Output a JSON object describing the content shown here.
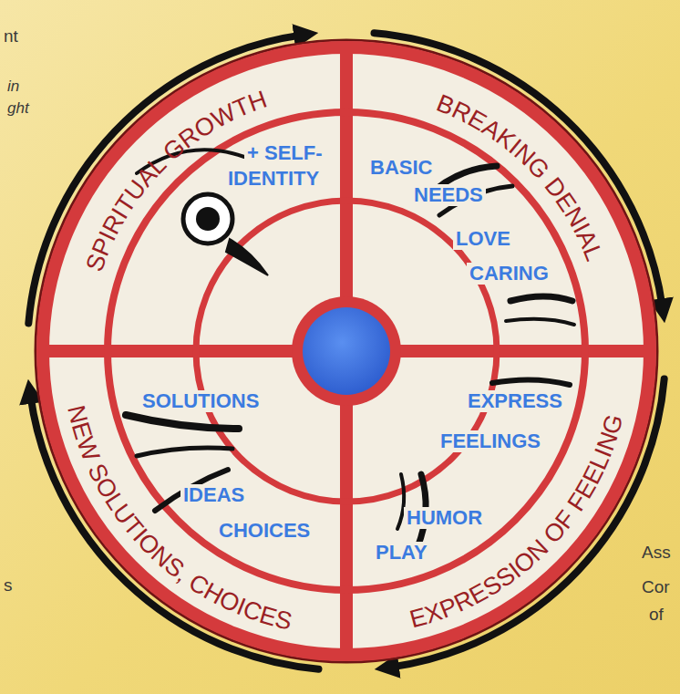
{
  "diagram": {
    "labels": [
      "SPIRITUAL GROWTH",
      "BREAKING DENIAL",
      "NEW SOLUTIONS, CHOICES",
      "EXPRESSION OF FEELING",
      "+ SELF-",
      "IDENTITY",
      "BASIC",
      "NEEDS",
      "LOVE",
      "CARING",
      "EXPRESS",
      "FEELINGS",
      "HUMOR",
      "PLAY",
      "SOLUTIONS",
      "IDEAS",
      "CHOICES",
      "nt",
      "in",
      "ght",
      "s",
      "Ass",
      "Cor",
      "of"
    ]
  }
}
